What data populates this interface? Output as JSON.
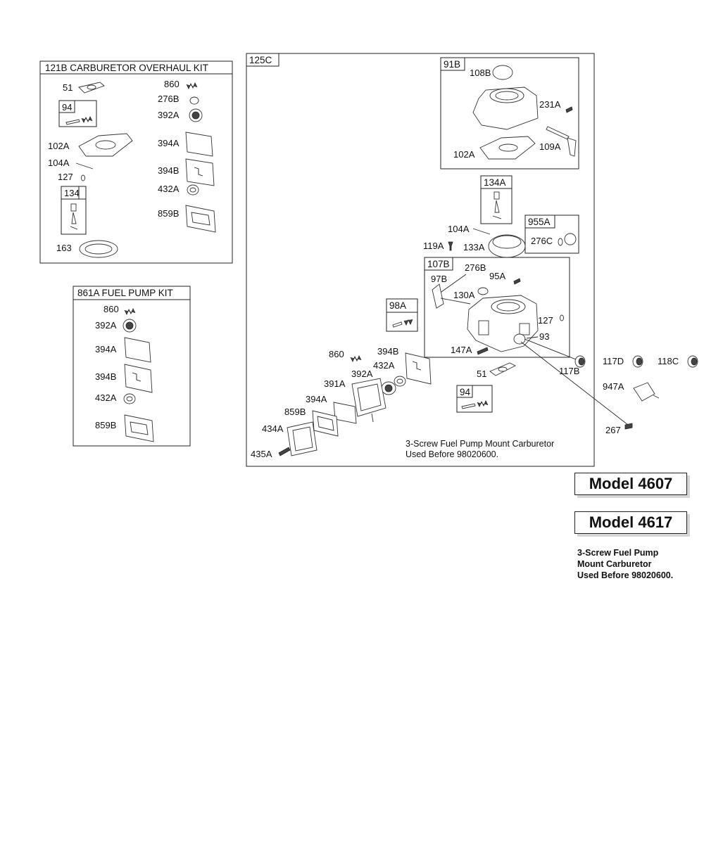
{
  "kits": {
    "carb_overhaul": {
      "title": "121B CARBURETOR OVERHAUL KIT",
      "labels": [
        "51",
        "94",
        "102A",
        "104A",
        "127",
        "134",
        "163",
        "860",
        "276B",
        "392A",
        "394A",
        "394B",
        "432A",
        "859B"
      ]
    },
    "fuel_pump": {
      "title": "861A  FUEL PUMP KIT",
      "labels": [
        "860",
        "392A",
        "394A",
        "394B",
        "432A",
        "859B"
      ]
    }
  },
  "assembly": {
    "title": "125C",
    "boxes": [
      "91B",
      "134A",
      "955A",
      "107B",
      "98A",
      "94"
    ],
    "labels": [
      "108B",
      "231A",
      "109A",
      "102A",
      "104A",
      "119A",
      "133A",
      "276C",
      "276B",
      "97B",
      "95A",
      "130A",
      "127",
      "93",
      "147A",
      "117B",
      "51",
      "860",
      "394B",
      "432A",
      "392A",
      "391A",
      "394A",
      "859B",
      "434A",
      "435A"
    ],
    "note_line1": "3-Screw Fuel Pump Mount Carburetor",
    "note_line2": "Used Before 98020600."
  },
  "outside_labels": [
    "117D",
    "118C",
    "947A",
    "267"
  ],
  "models": [
    "Model 4607",
    "Model 4617"
  ],
  "model_note": {
    "line1": "3-Screw Fuel Pump",
    "line2": "Mount Carburetor",
    "line3": "Used Before 98020600."
  }
}
